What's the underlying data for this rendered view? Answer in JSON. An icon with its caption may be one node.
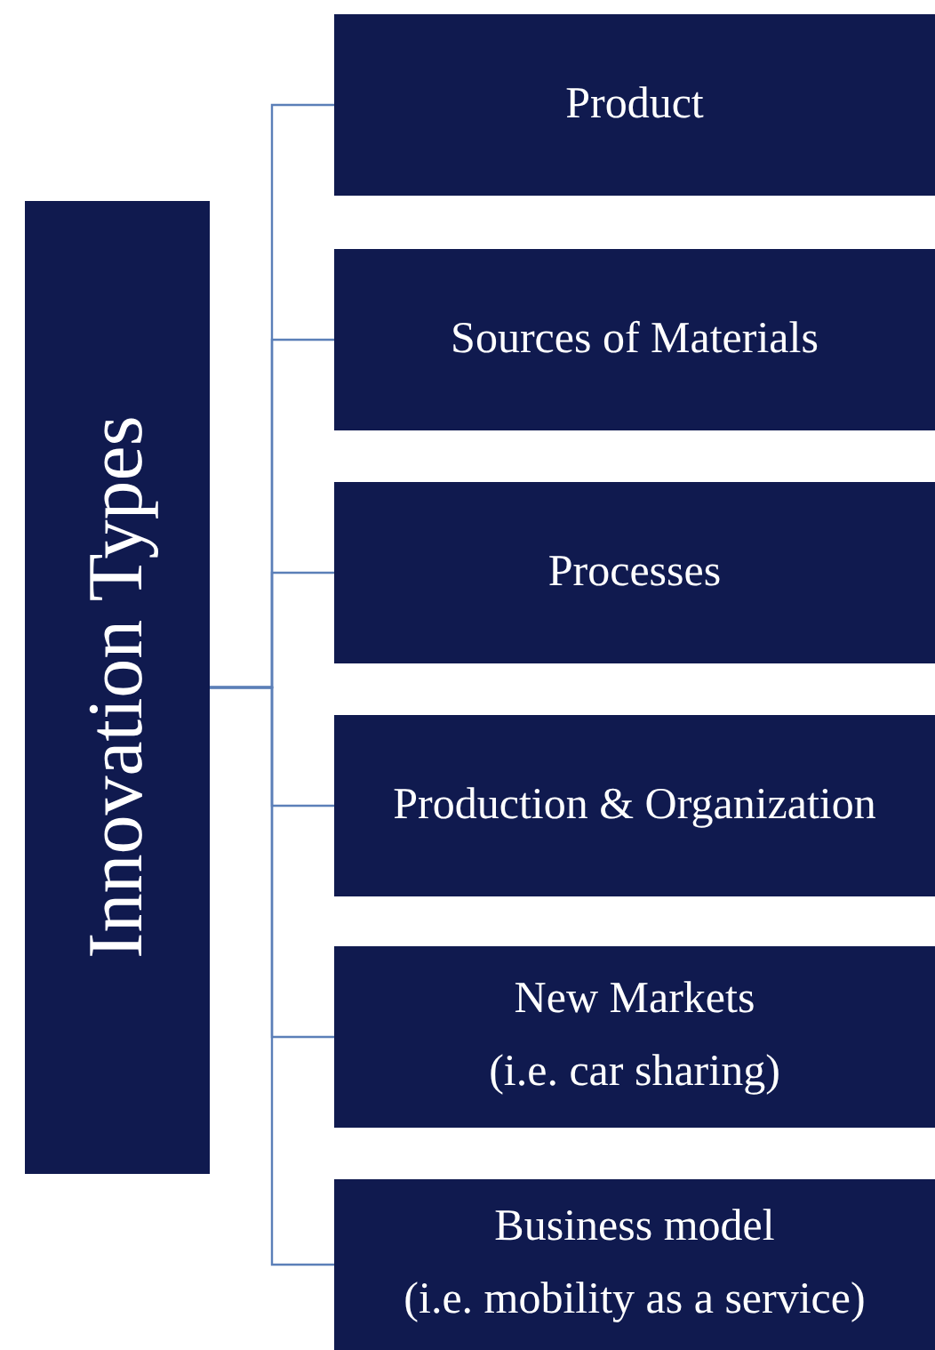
{
  "diagram": {
    "nodes": [
      {
        "text": [
          "Innovation Types"
        ]
      },
      {
        "text": [
          "Product"
        ]
      },
      {
        "text": [
          "Sources of Materials"
        ]
      },
      {
        "text": [
          "Processes"
        ]
      },
      {
        "text": [
          "Production & Organization"
        ]
      },
      {
        "text": [
          "New Markets",
          "(i.e. car sharing)"
        ]
      },
      {
        "text": [
          "Business model",
          "(i.e. mobility as a service)"
        ]
      }
    ],
    "edges": [
      {
        "from": 0,
        "to": 1,
        "arrow": "none"
      },
      {
        "from": 0,
        "to": 2,
        "arrow": "none"
      },
      {
        "from": 0,
        "to": 3,
        "arrow": "none"
      },
      {
        "from": 0,
        "to": 4,
        "arrow": "none"
      },
      {
        "from": 0,
        "to": 5,
        "arrow": "none"
      },
      {
        "from": 0,
        "to": 6,
        "arrow": "none"
      }
    ]
  }
}
